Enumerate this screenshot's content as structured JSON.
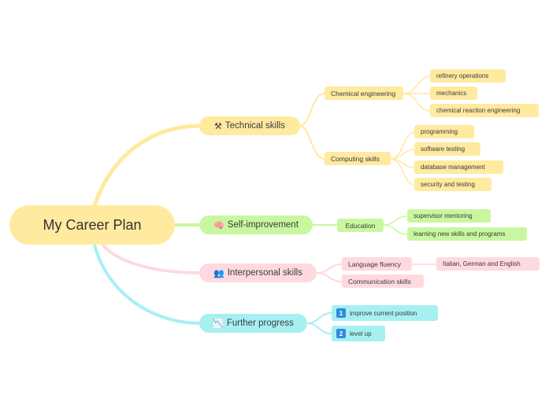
{
  "root": {
    "label": "My Career Plan",
    "color": "#ffeaa0"
  },
  "branches": {
    "technical": {
      "icon": "hammer-pick-icon",
      "glyph": "⚒",
      "label": "Technical skills",
      "color": "#ffeaa0",
      "chemical": {
        "label": "Chemical engineering",
        "items": [
          "refinery operations",
          "mechanics",
          "chemical reaction engineering"
        ]
      },
      "computing": {
        "label": "Computing skills",
        "items": [
          "programming",
          "software testing",
          "database management",
          "security and testing"
        ]
      }
    },
    "self": {
      "icon": "brain-icon",
      "glyph": "🧠",
      "label": "Self-improvement",
      "color": "#c9f7a0",
      "education": {
        "label": "Education",
        "items": [
          "supervisor mentoring",
          "learning new skills and programs"
        ]
      }
    },
    "interpersonal": {
      "icon": "people-icon",
      "glyph": "👥",
      "label": "Interpersonal skills",
      "color": "#ffd9e0",
      "language": {
        "label": "Language fluency",
        "items": [
          "Italian, German and English"
        ]
      },
      "communication": {
        "label": "Communication skills"
      }
    },
    "progress": {
      "icon": "chart-down-icon",
      "glyph": "📉",
      "label": "Further progress",
      "color": "#a6f0f2",
      "items": [
        {
          "num": "1",
          "label": "improve current position"
        },
        {
          "num": "2",
          "label": "level up"
        }
      ]
    }
  }
}
